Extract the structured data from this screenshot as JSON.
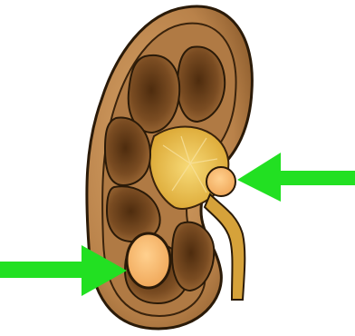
{
  "image": {
    "background": "#ffffff",
    "subject": "kidney-with-stones-icon"
  },
  "colors": {
    "outline": "#2a1a08",
    "capsule": "#c9924f",
    "capsule_shadow": "#8a5a2b",
    "pyramid": "#8b5a2b",
    "pyramid_dark": "#5a3412",
    "pelvis": "#e6b23a",
    "pelvis_light": "#f4d36a",
    "ureter": "#d6a23a",
    "stone": "#f5b870",
    "arrow": "#22e022"
  },
  "arrows": [
    {
      "name": "arrow-upper-stone",
      "points_to": "upper-stone"
    },
    {
      "name": "arrow-lower-stone",
      "points_to": "lower-stone"
    }
  ]
}
